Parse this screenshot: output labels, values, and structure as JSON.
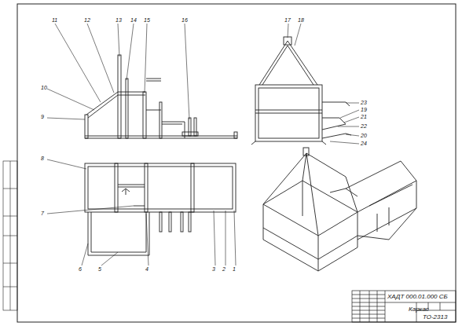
{
  "diagram": {
    "labels": [
      "11",
      "12",
      "13",
      "14",
      "15",
      "16",
      "10",
      "9",
      "17",
      "18",
      "23",
      "19",
      "21",
      "22",
      "20",
      "24",
      "8",
      "7",
      "6",
      "5",
      "4",
      "3",
      "2",
      "1",
      "ХАДТ 000.01.000 СБ",
      "Каркас",
      "ТО-2313"
    ]
  }
}
